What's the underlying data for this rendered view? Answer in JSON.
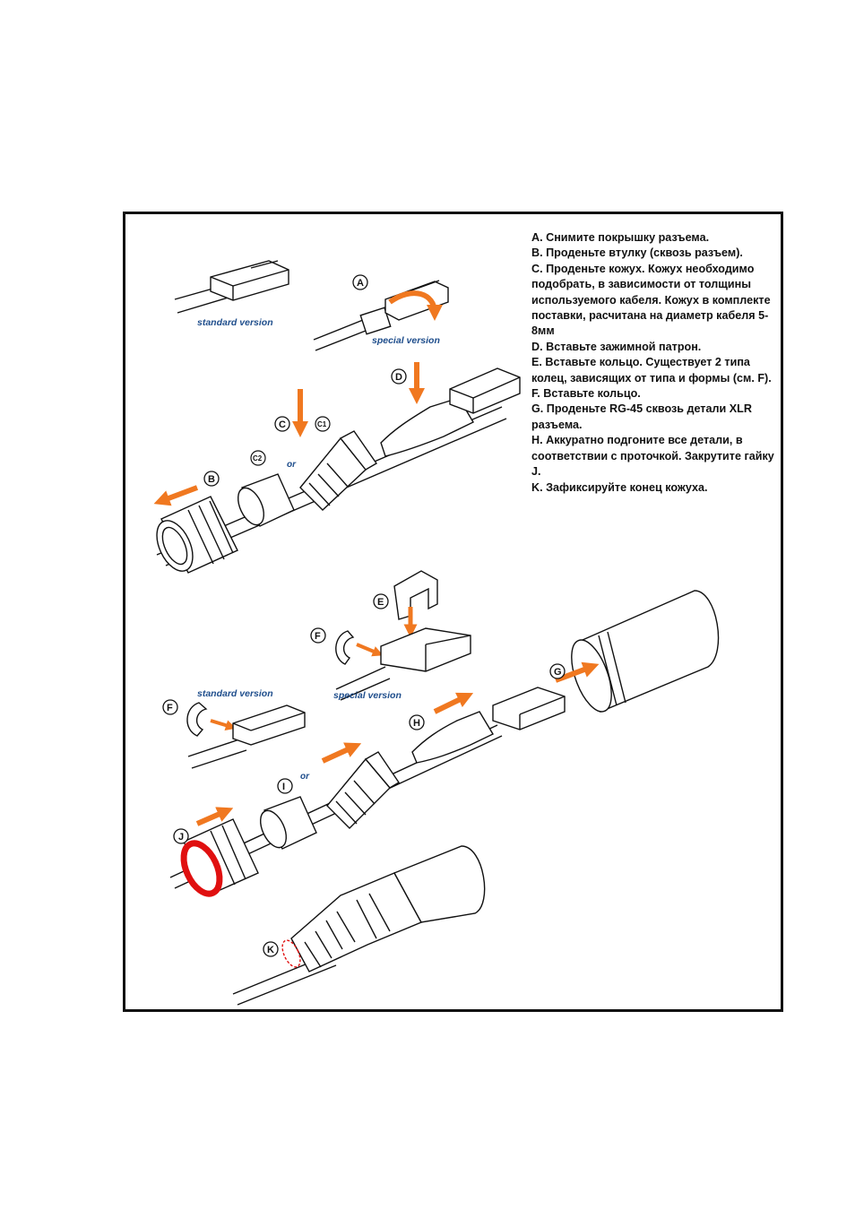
{
  "instructions": [
    "A. Снимите покрышку разъема.",
    "B. Проденьте втулку (сквозь разъем).",
    "C. Проденьте кожух. Кожух необходимо подобрать, в зависимости от толщины используемого кабеля. Кожух в комплекте поставки, расчитана на диаметр кабеля 5-8мм",
    "D. Вставьте зажимной патрон.",
    "E. Вставьте кольцо. Существует 2 типа колец, зависящих от типа и формы (см. F).",
    "F. Вставьте кольцо.",
    "G. Проденьте RG-45 сквозь детали XLR разъема.",
    "H. Аккуратно подгоните все детали, в соответствии с проточкой. Закрутите гайку J.",
    "K. Зафиксируйте конец кожуха."
  ],
  "captions": {
    "standard_version_top": "standard version",
    "special_version_top": "special version",
    "special_version_mid": "special version",
    "standard_version_mid": "standard version",
    "or_top": "or",
    "or_mid": "or"
  },
  "labels": {
    "A": "A",
    "B": "B",
    "C": "C",
    "C1": "C1",
    "C2": "C2",
    "D": "D",
    "E": "E",
    "F_special": "F",
    "F_standard": "F",
    "G": "G",
    "H": "H",
    "I": "I",
    "J": "J",
    "K": "K"
  },
  "colors": {
    "arrow": "#f07820",
    "caption": "#1f4e8c",
    "highlight": "#e01010"
  }
}
